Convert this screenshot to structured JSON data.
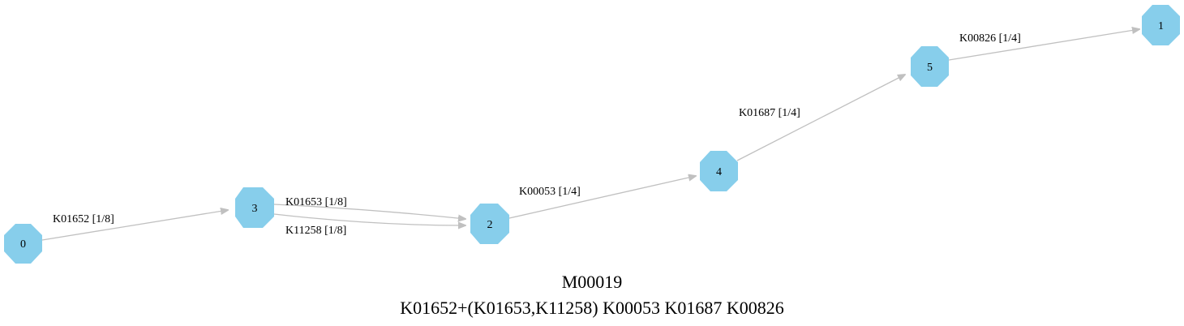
{
  "graph": {
    "node_color": "#87ceeb",
    "edge_color": "#c0c0c0",
    "nodes": [
      {
        "id": "0",
        "label": "0"
      },
      {
        "id": "3",
        "label": "3"
      },
      {
        "id": "2",
        "label": "2"
      },
      {
        "id": "4",
        "label": "4"
      },
      {
        "id": "5",
        "label": "5"
      },
      {
        "id": "1",
        "label": "1"
      }
    ],
    "edges": [
      {
        "from": "0",
        "to": "3",
        "label": "K01652 [1/8]"
      },
      {
        "from": "3",
        "to": "2",
        "label": "K01653 [1/8]"
      },
      {
        "from": "3",
        "to": "2",
        "label": "K11258 [1/8]"
      },
      {
        "from": "2",
        "to": "4",
        "label": "K00053 [1/4]"
      },
      {
        "from": "4",
        "to": "5",
        "label": "K01687 [1/4]"
      },
      {
        "from": "5",
        "to": "1",
        "label": "K00826 [1/4]"
      }
    ]
  },
  "caption": {
    "module_id": "M00019",
    "definition": "K01652+(K01653,K11258) K00053 K01687 K00826"
  }
}
